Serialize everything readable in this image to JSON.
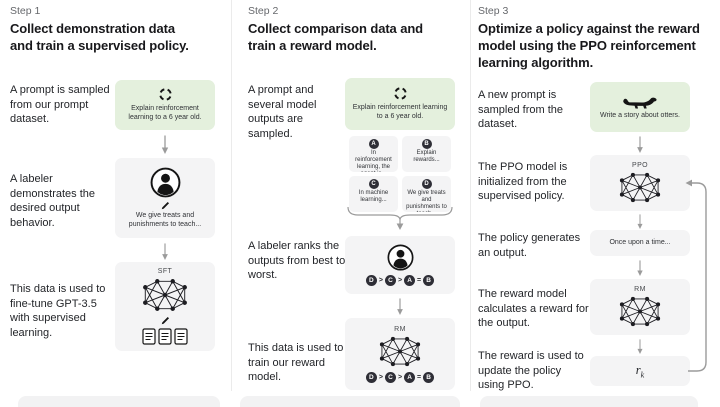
{
  "colors": {
    "background": "#ffffff",
    "green_box": "#e4f0dd",
    "gray_box": "#f4f4f5",
    "dark_node_circle": "#2e2e36",
    "heading_text": "#18181b",
    "body_text": "#232529",
    "muted_text": "#66686c",
    "arrow": "#9b9b9b"
  },
  "icons": {
    "cycle-icon": "segmented circle of arrows",
    "person-icon": "user silhouette in circle",
    "pen-icon": "pen / pencil",
    "documents-icon": "three documents",
    "network-icon": "neural network graph",
    "otter-icon": "otter silhouette",
    "arrow-down-icon": "down arrow",
    "brace-icon": "underbrace merging to arrow",
    "feedback-arrow-icon": "loop arrow from reward back to PPO model"
  },
  "step1": {
    "label": "Step 1",
    "title": "Collect demonstration data and train a supervised policy.",
    "prompt_text": "A prompt is sampled from our prompt dataset.",
    "prompt_caption": "Explain reinforcement learning to a 6 year old.",
    "labeler_text": "A labeler demonstrates the desired output behavior.",
    "labeler_caption": "We give treats and punishments to teach...",
    "finetune_text": "This data is used to fine-tune GPT-3.5 with supervised learning.",
    "model_label": "SFT"
  },
  "step2": {
    "label": "Step 2",
    "title": "Collect comparison data and train a reward model.",
    "prompt_text": "A prompt and several model outputs are sampled.",
    "prompt_caption": "Explain reinforcement learning to a 6 year old.",
    "outputs": [
      {
        "letter": "A",
        "caption": "In reinforcement learning, the agent is..."
      },
      {
        "letter": "B",
        "caption": "Explain rewards..."
      },
      {
        "letter": "C",
        "caption": "In machine learning..."
      },
      {
        "letter": "D",
        "caption": "We give treats and punishments to teach..."
      }
    ],
    "rank_text": "A labeler ranks the outputs from best to worst.",
    "ranking": {
      "letters": [
        "D",
        "C",
        "A",
        "B"
      ],
      "separators": [
        ">",
        ">",
        "="
      ]
    },
    "train_text": "This data is used to train our reward model.",
    "model_label": "RM"
  },
  "step3": {
    "label": "Step 3",
    "title": "Optimize a policy against the reward model using the PPO reinforcement learning algorithm.",
    "prompt_text": "A new prompt is sampled from the dataset.",
    "prompt_caption": "Write a story about otters.",
    "ppo_text": "The PPO model is initialized from the supervised policy.",
    "ppo_label": "PPO",
    "output_text": "The policy generates an output.",
    "output_caption": "Once upon a time...",
    "reward_text": "The reward model calculates a reward for the output.",
    "rm_label": "RM",
    "update_text": "The reward is used to update the policy using PPO.",
    "reward_symbol": "r",
    "reward_subscript": "k"
  }
}
